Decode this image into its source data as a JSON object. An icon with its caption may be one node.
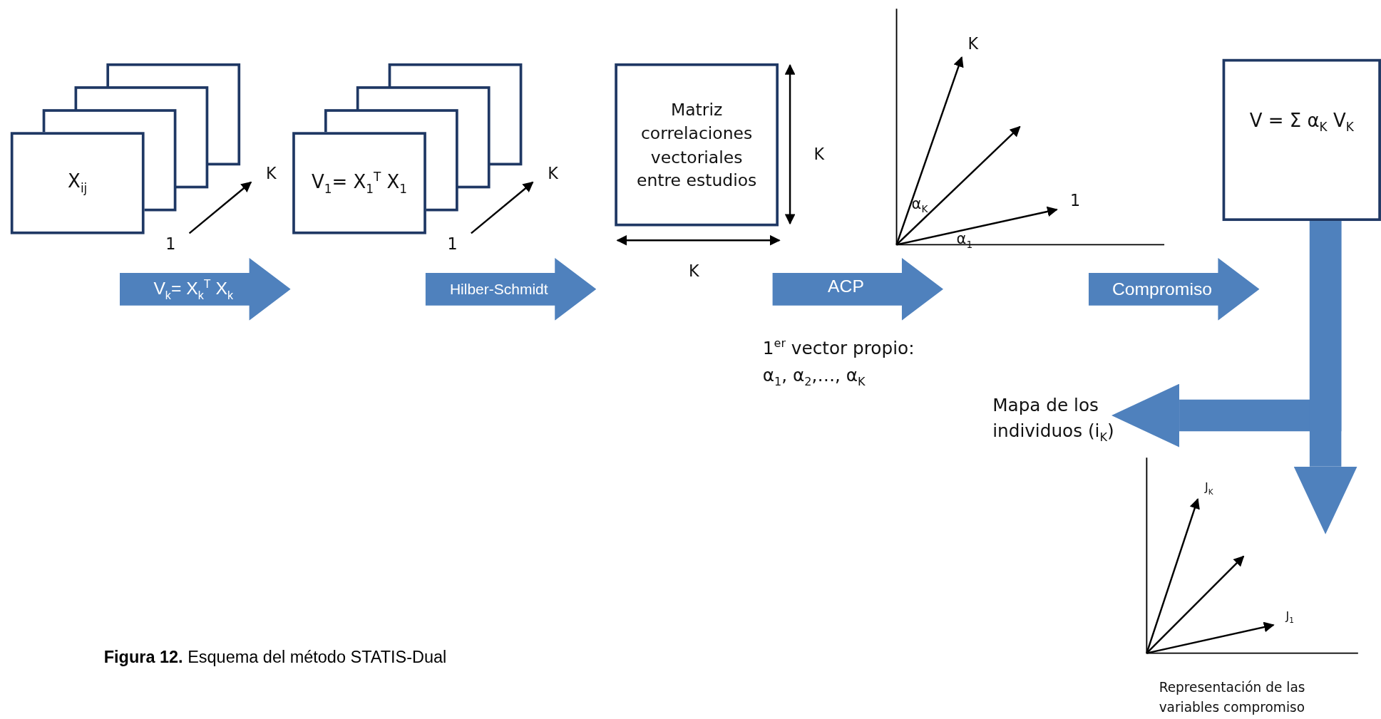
{
  "diagram": {
    "caption": "**Figura 12.** Esquema del método STATIS-Dual",
    "nodes": [
      {
        "text": [
          "X$_{ij}$"
        ]
      },
      {
        "text": [
          "V$_{k}$= X$_{k}$$^{T}$ X$_{k}$"
        ]
      },
      {
        "text": [
          "V$_{1}$= X$_{1}$$^{T}$ X$_{1}$"
        ]
      },
      {
        "text": [
          "Hilber-Schmidt"
        ]
      },
      {
        "text": [
          "Matriz correlaciones vectoriales entre estudios"
        ]
      },
      {
        "text": [
          "ACP"
        ]
      },
      {
        "text": [],
        "shape": "plot"
      },
      {
        "text": [
          "Compromiso"
        ]
      },
      {
        "text": [
          "V = Σ α$_{K}$ V$_{K}$"
        ]
      },
      {
        "text": [
          "Mapa de los individuos (i$_{K}$)"
        ]
      },
      {
        "text": [],
        "shape": "plot",
        "beside": [
          "Representación de las variables compromiso"
        ]
      }
    ],
    "edges": [
      {
        "from": 8,
        "to": 9,
        "arrow": "to"
      },
      {
        "from": 8,
        "to": 10,
        "arrow": "to"
      }
    ],
    "labels": [
      "K",
      "1",
      "K",
      "1",
      "K",
      "K",
      "K",
      "1",
      "α$_{K}$",
      "α$_{1}$",
      "1$^{er}$ vector propio: α$_{1}$, α$_{2}$,…, α$_{K}$",
      "J$_{K}$",
      "J$_{1}$"
    ]
  }
}
